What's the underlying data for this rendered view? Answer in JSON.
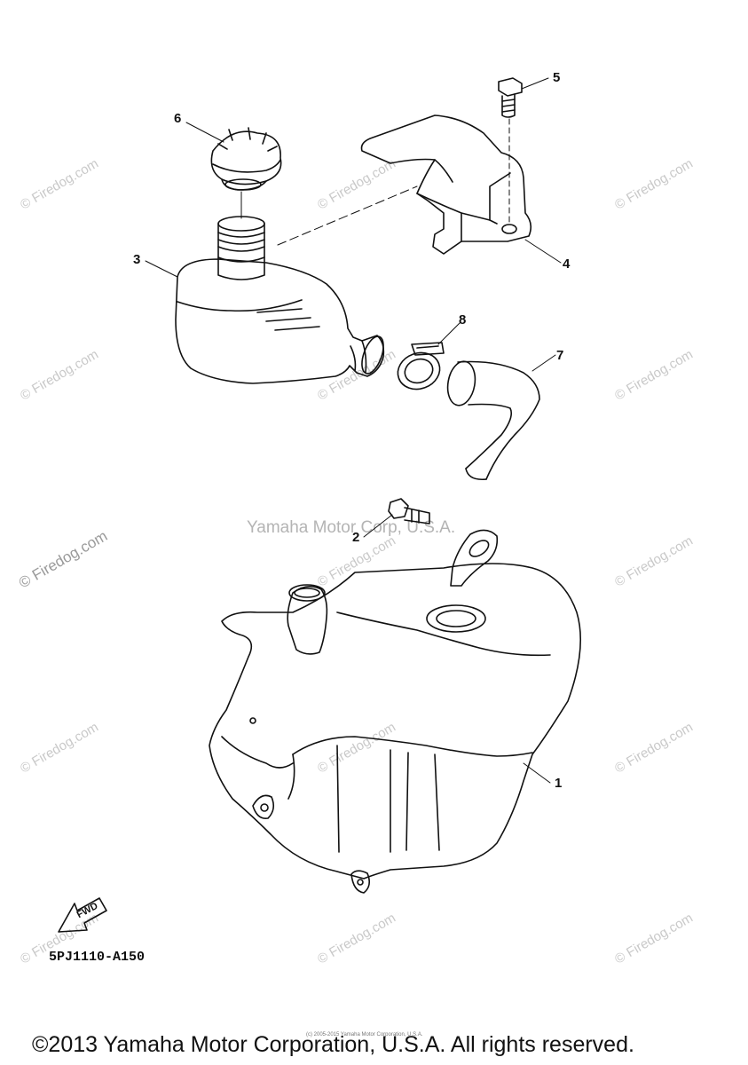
{
  "diagram": {
    "callouts": [
      {
        "id": "1",
        "label": "1"
      },
      {
        "id": "2",
        "label": "2"
      },
      {
        "id": "3",
        "label": "3"
      },
      {
        "id": "4",
        "label": "4"
      },
      {
        "id": "5",
        "label": "5"
      },
      {
        "id": "6",
        "label": "6"
      },
      {
        "id": "7",
        "label": "7"
      },
      {
        "id": "8",
        "label": "8"
      }
    ],
    "diagram_code": "5PJ1110-A150",
    "fwd_label": "FWD"
  },
  "watermarks": {
    "firedog": "© Firedog.com",
    "center": "Yamaha Motor Corp, U.S.A.",
    "small_print": "(c) 2005-2015 Yamaha Motor Corporation, U.S.A."
  },
  "footer": {
    "copyright": "©2013 Yamaha Motor Corporation, U.S.A. All rights reserved."
  }
}
